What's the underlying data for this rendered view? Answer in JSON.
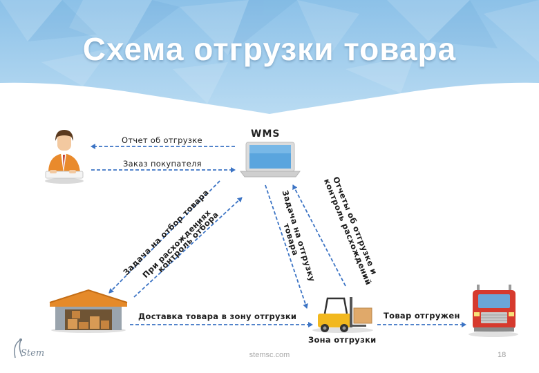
{
  "title": "Схема отгрузки товара",
  "nodes": {
    "wms": "WMS",
    "shipping_zone": "Зона отгрузки"
  },
  "arrows": {
    "shipment_report": "Отчет об отгрузке",
    "customer_order": "Заказ покупателя",
    "picking_task_1": "Задача на отбор товара",
    "picking_task_2": "При расхождениях",
    "picking_task_3": "контроль отбора",
    "shipment_task_1": "Задача на отгрузку",
    "shipment_task_2": "товара",
    "reports_1": "Отчеты об отгрузке и",
    "reports_2": "контроль расхождений",
    "delivery": "Доставка товара в зону отгрузки",
    "shipped": "Товар отгружен"
  },
  "footer": {
    "logo": "Stem",
    "url": "stemsc.com",
    "page": "18"
  },
  "colors": {
    "header": "#8fc3e8",
    "arrow": "#3b73c4",
    "title_text": "#ffffff"
  },
  "icons": [
    "manager-icon",
    "laptop-icon",
    "warehouse-icon",
    "forklift-icon",
    "truck-icon",
    "stem-logo-icon"
  ]
}
